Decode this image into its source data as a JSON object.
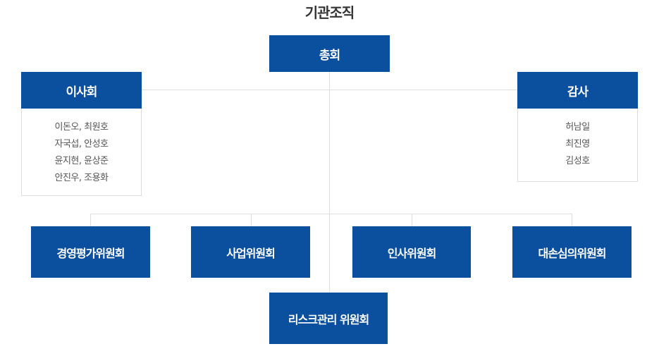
{
  "title": "기관조직",
  "general_meeting": "총회",
  "board": {
    "label": "이사회",
    "members": [
      "이돈오, 최원호",
      "자국섭, 안성호",
      "윤지현, 윤상준",
      "안진우, 조용화"
    ]
  },
  "audit": {
    "label": "감사",
    "members": [
      "허남일",
      "최진영",
      "김성호"
    ]
  },
  "committees": [
    "경영평가위원회",
    "사업위원회",
    "인사위원회",
    "대손심의위원회"
  ],
  "risk_committee": "리스크관리 위원회",
  "colors": {
    "box_blue": "#0b4f9f",
    "line_gray": "#dedede",
    "border_gray": "#dcdcdc"
  }
}
